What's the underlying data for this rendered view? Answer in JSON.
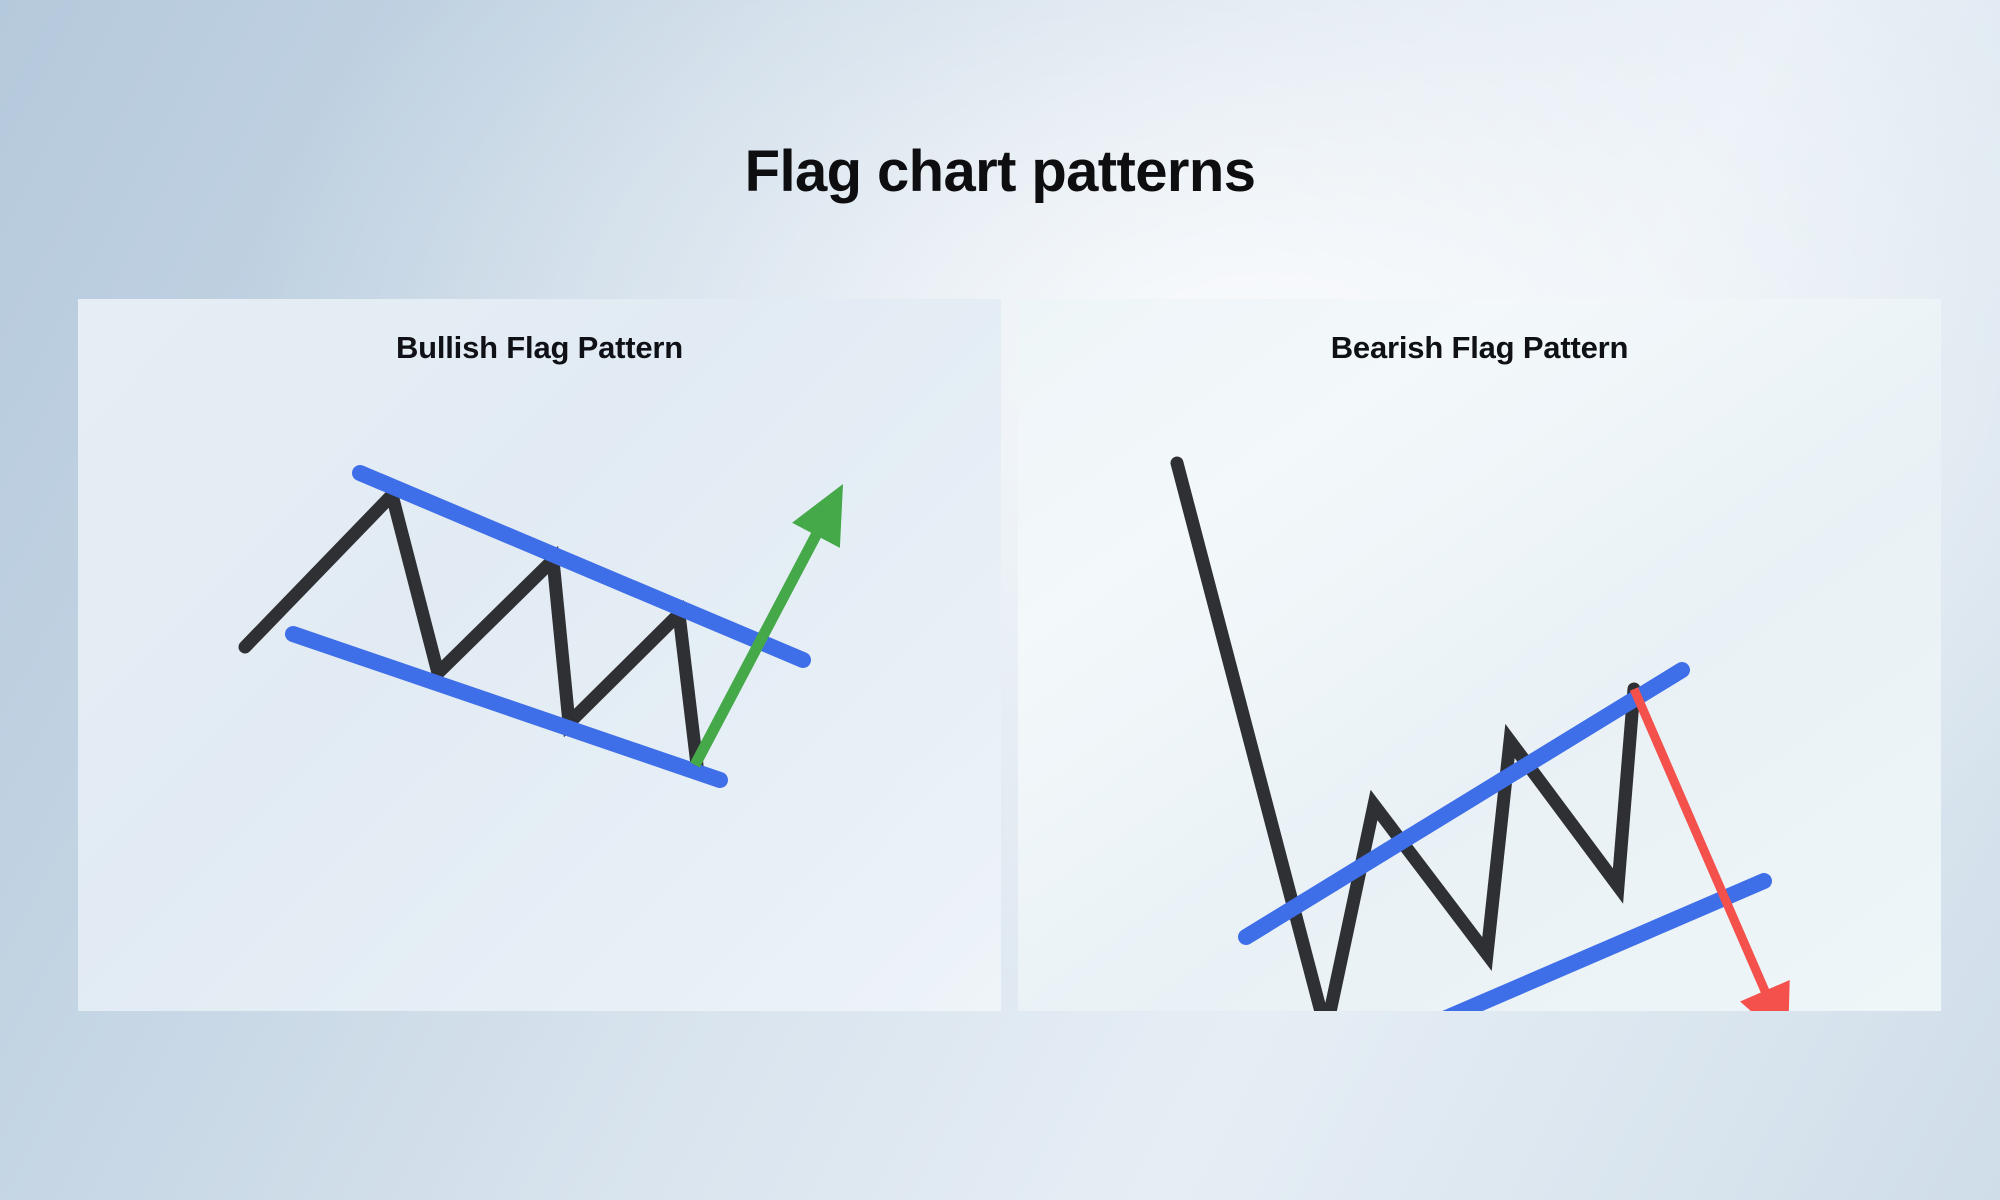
{
  "header": {
    "title": "Flag chart patterns"
  },
  "theme": {
    "background_start": "#b5c9dc",
    "background_end": "#eef4f8",
    "panel_bg": "#e5edf4",
    "price_line_color": "#2f3033",
    "channel_color": "#3e6ee8",
    "bullish_arrow_color": "#45a849",
    "bearish_arrow_color": "#f4514d",
    "title_color": "#0e0e11"
  },
  "panels": [
    {
      "id": "bullish",
      "title": "Bullish Flag Pattern",
      "arrow_icon": "up-arrow-icon",
      "arrow_color": "#45a849",
      "direction": "up"
    },
    {
      "id": "bearish",
      "title": "Bearish Flag Pattern",
      "arrow_icon": "down-arrow-icon",
      "arrow_color": "#f4514d",
      "direction": "down"
    }
  ],
  "chart_data": [
    {
      "type": "line",
      "title": "Bullish Flag Pattern",
      "xlabel": "",
      "ylabel": "",
      "grid": false,
      "legend": "none",
      "xlim": [
        0,
        923
      ],
      "ylim": [
        712,
        0
      ],
      "note": "Coordinates are in panel pixel space, y increases downward.",
      "series": [
        {
          "name": "price-action",
          "role": "flagpole-and-flag",
          "color": "#2f3033",
          "width": 13,
          "points": [
            [
              167,
              348
            ],
            [
              314,
              196
            ],
            [
              360,
              374
            ],
            [
              475,
              261
            ],
            [
              491,
              424
            ],
            [
              601,
              315
            ],
            [
              619,
              466
            ]
          ]
        },
        {
          "name": "upper-trendline",
          "role": "channel-resistance",
          "color": "#3e6ee8",
          "width": 16,
          "points": [
            [
              282,
              174
            ],
            [
              725,
              361
            ]
          ]
        },
        {
          "name": "lower-trendline",
          "role": "channel-support",
          "color": "#3e6ee8",
          "width": 16,
          "points": [
            [
              215,
              335
            ],
            [
              642,
              481
            ]
          ]
        },
        {
          "name": "breakout-arrow",
          "role": "bullish-breakout",
          "color": "#45a849",
          "width": 11,
          "points": [
            [
              617,
              466
            ],
            [
              765,
              185
            ]
          ]
        }
      ]
    },
    {
      "type": "line",
      "title": "Bearish Flag Pattern",
      "xlabel": "",
      "ylabel": "",
      "grid": false,
      "legend": "none",
      "xlim": [
        0,
        923
      ],
      "ylim": [
        712,
        0
      ],
      "note": "Coordinates are in panel pixel space, y increases downward.",
      "series": [
        {
          "name": "price-action",
          "role": "flagpole-and-flag",
          "color": "#2f3033",
          "width": 13,
          "points": [
            [
              159,
              164
            ],
            [
              308,
              732
            ],
            [
              356,
              506
            ],
            [
              469,
              655
            ],
            [
              492,
              442
            ],
            [
              600,
              587
            ],
            [
              616,
              390
            ]
          ]
        },
        {
          "name": "upper-trendline",
          "role": "channel-resistance",
          "color": "#3e6ee8",
          "width": 16,
          "points": [
            [
              228,
              638
            ],
            [
              664,
              371
            ]
          ]
        },
        {
          "name": "lower-trendline",
          "role": "channel-support",
          "color": "#3e6ee8",
          "width": 16,
          "points": [
            [
              296,
              776
            ],
            [
              746,
              582
            ]
          ]
        },
        {
          "name": "breakout-arrow",
          "role": "bearish-breakout",
          "color": "#f4514d",
          "width": 9,
          "points": [
            [
              616,
              390
            ],
            [
              770,
              745
            ]
          ]
        }
      ]
    }
  ]
}
